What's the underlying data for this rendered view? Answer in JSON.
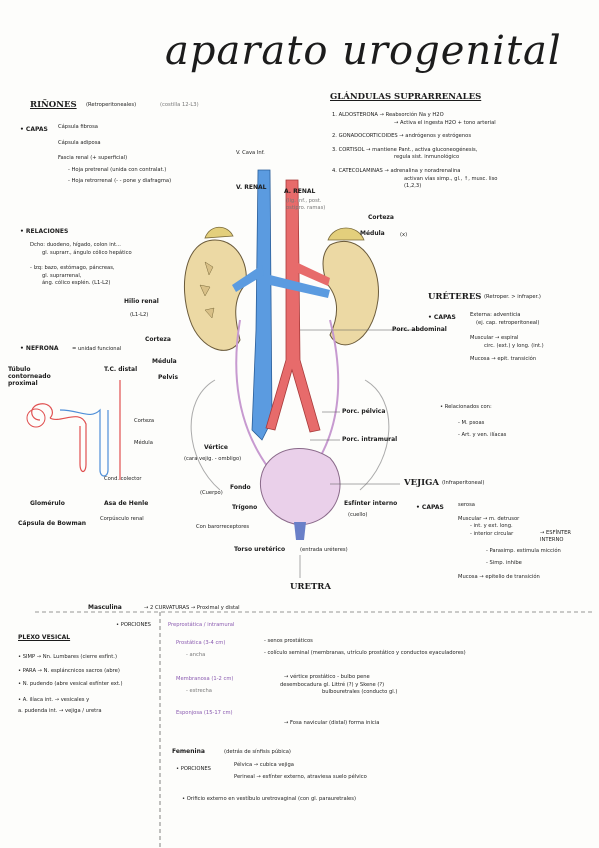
{
  "title": "aparato urogenital",
  "rinones": {
    "header": "RIÑONES",
    "header_note": "(Retroperitoneales)",
    "header_note2": "(costilla 12-L3)",
    "capas_label": "• CAPAS",
    "capas": [
      "Cápsula fibrosa",
      "Cápsula adiposa",
      "Fascia renal (+ superficial)",
      "- Hoja pretrenal (unida con contralat.)",
      "- Hoja retrorrenal (- - pone y diafragma)"
    ],
    "relaciones_label": "• RELACIONES",
    "relaciones": [
      "Dcho: duodeno, hígado, colon int...",
      "gl. suprarr., ángulo cólico hepático",
      "- Izq: bazo, estómago, páncreas,",
      "gl. suprarrenal,",
      "áng. cólico esplén. (L1-L2)"
    ],
    "nefrona_label": "• NEFRONA",
    "nefrona_note": "= unidad funcional",
    "hilio": "Hilio renal",
    "hilio_note": "(L1-L2)",
    "corteza": "Corteza",
    "medula": "Médula",
    "pelvis": "Pelvis"
  },
  "nefrona": {
    "tubulo": "Túbulo contorneado proximal",
    "tc_distal": "T.C. distal",
    "corteza": "Corteza",
    "medula": "Médula",
    "conducto": "Cond. colector",
    "glomerulo": "Glomérulo",
    "asa": "Asa de Henle",
    "capsula": "Cápsula de Bowman",
    "corpusculo": "Corpúsculo renal"
  },
  "vessels": {
    "vcava": "V. Cava Inf.",
    "vrenal": "V. RENAL",
    "arenal": "A. RENAL",
    "arenal_note": "(lig. inf., post. ostipro. ramas)",
    "corteza": "Corteza",
    "medula": "Médula",
    "medula_note": "(x)"
  },
  "suprarrenales": {
    "header": "GLÁNDULAS SUPRARRENALES",
    "items": [
      "1. ALDOSTERONA → Reabsorción Na y H2O",
      "→ Activa el ingesta H2O + tono arterial",
      "2. GONADOCORTICOIDES → andrógenos y estrógenos",
      "3. CORTISOL → mantiene Pant., activa gluconeogénesis,",
      "regula sist. inmunológico",
      "4. CATECOLAMINAS → adrenalina y noradrenalina",
      "activan vías simp., gl., ↑, musc. liso",
      "(1,2,3)"
    ]
  },
  "ureteres": {
    "header": "URÉTERES",
    "header_note": "(Retroper. > infraper.)",
    "capas_label": "• CAPAS",
    "capas": [
      "Externa: adventicia",
      "(ej. cap. retroperitoneal)",
      "Muscular → espiral",
      "circ. (ext.) y long. (int.)",
      "Mucosa → epit. transición"
    ],
    "abdominal": "Porc. abdominal",
    "pelvica": "Porc. pélvica",
    "intramural": "Porc. intramural",
    "relaciones": "• Relacionados con:",
    "rel_items": [
      "- M. psoas",
      "- Art. y ven. ilíacas"
    ]
  },
  "vejiga": {
    "header": "VEJIGA",
    "header_note": "(Infraperitoneal)",
    "vertice": "Vértice",
    "vertice_note": "(cara vejig. - ombligo)",
    "cuerpo": "(Cuerpo)",
    "fondo": "Fondo",
    "trigono": "Trígono",
    "con_barorreceptores": "Con barorreceptores",
    "esfinter": "Esfínter interno",
    "esfinter_note": "(cuello)",
    "torso": "Torso uretérico",
    "torso_note": "(entrada uréteres)",
    "capas_label": "• CAPAS",
    "capas": [
      "serosa",
      "Muscular → m. detrusor",
      "- int. y ext. long.",
      "- interior circular",
      "- Parasimp. estimula micción",
      "- Simp. inhibe",
      "Mucosa → epitelio de transición"
    ],
    "esf_note": "→ ESFÍNTER INTERNO"
  },
  "uretra": {
    "header": "URETRA",
    "masculina": "Masculina",
    "masc_note": "→ 2 CURVATURAS → Proximal y distal",
    "porciones_label": "• PORCIONES",
    "preprostatica": "Preprostática / intramural",
    "prostatica": "Prostática (3-4 cm)",
    "prostatica_sub": "- ancha",
    "prost_items": [
      "- senos prostáticos",
      "- colículo seminal (membranas, utrículo prostático y conductos eyaculadores)"
    ],
    "membranosa": "Membranosa (1-2 cm)",
    "membranosa_sub": "- estrecha",
    "memb_items": [
      "→ vértice prostático - bulbo pene",
      "desembocadura gl. Littré (?) y Skene (?)",
      "bulbouretrales (conducto gl.)"
    ],
    "esponjosa": "Esponjosa (15-17 cm)",
    "espon_items": [
      "→ Fosa navicular (distal) forma inicia"
    ],
    "femenina": "Femenina",
    "fem_note": "(detrás de sínfisis púbica)",
    "porciones2": "• PORCIONES",
    "fem_items": [
      "Pélvica → cubica vejiga",
      "Perineal → esfínter externo, atraviesa suelo pélvico"
    ],
    "orificio": "• Orificio externo en vestíbulo uretrovaginal (con gl. parauretrales)"
  },
  "plexo": {
    "header": "PLEXO VESICAL",
    "items": [
      "• SIMP → Nn. Lumbares (cierre esfínt.)",
      "• PARA → N. espláncnicos sacros (abre)",
      "• N. pudendo (abre vesical esfínter ext.)",
      "• A. ilíaca int. → vesicales y",
      "a. pudenda int. → vejiga / uretra"
    ]
  },
  "colors": {
    "vein": "#4f8fd8",
    "artery": "#e06060",
    "kidney": "#ead8a6",
    "bladder": "#e8c8e8",
    "ureter": "#c9a4cf"
  }
}
